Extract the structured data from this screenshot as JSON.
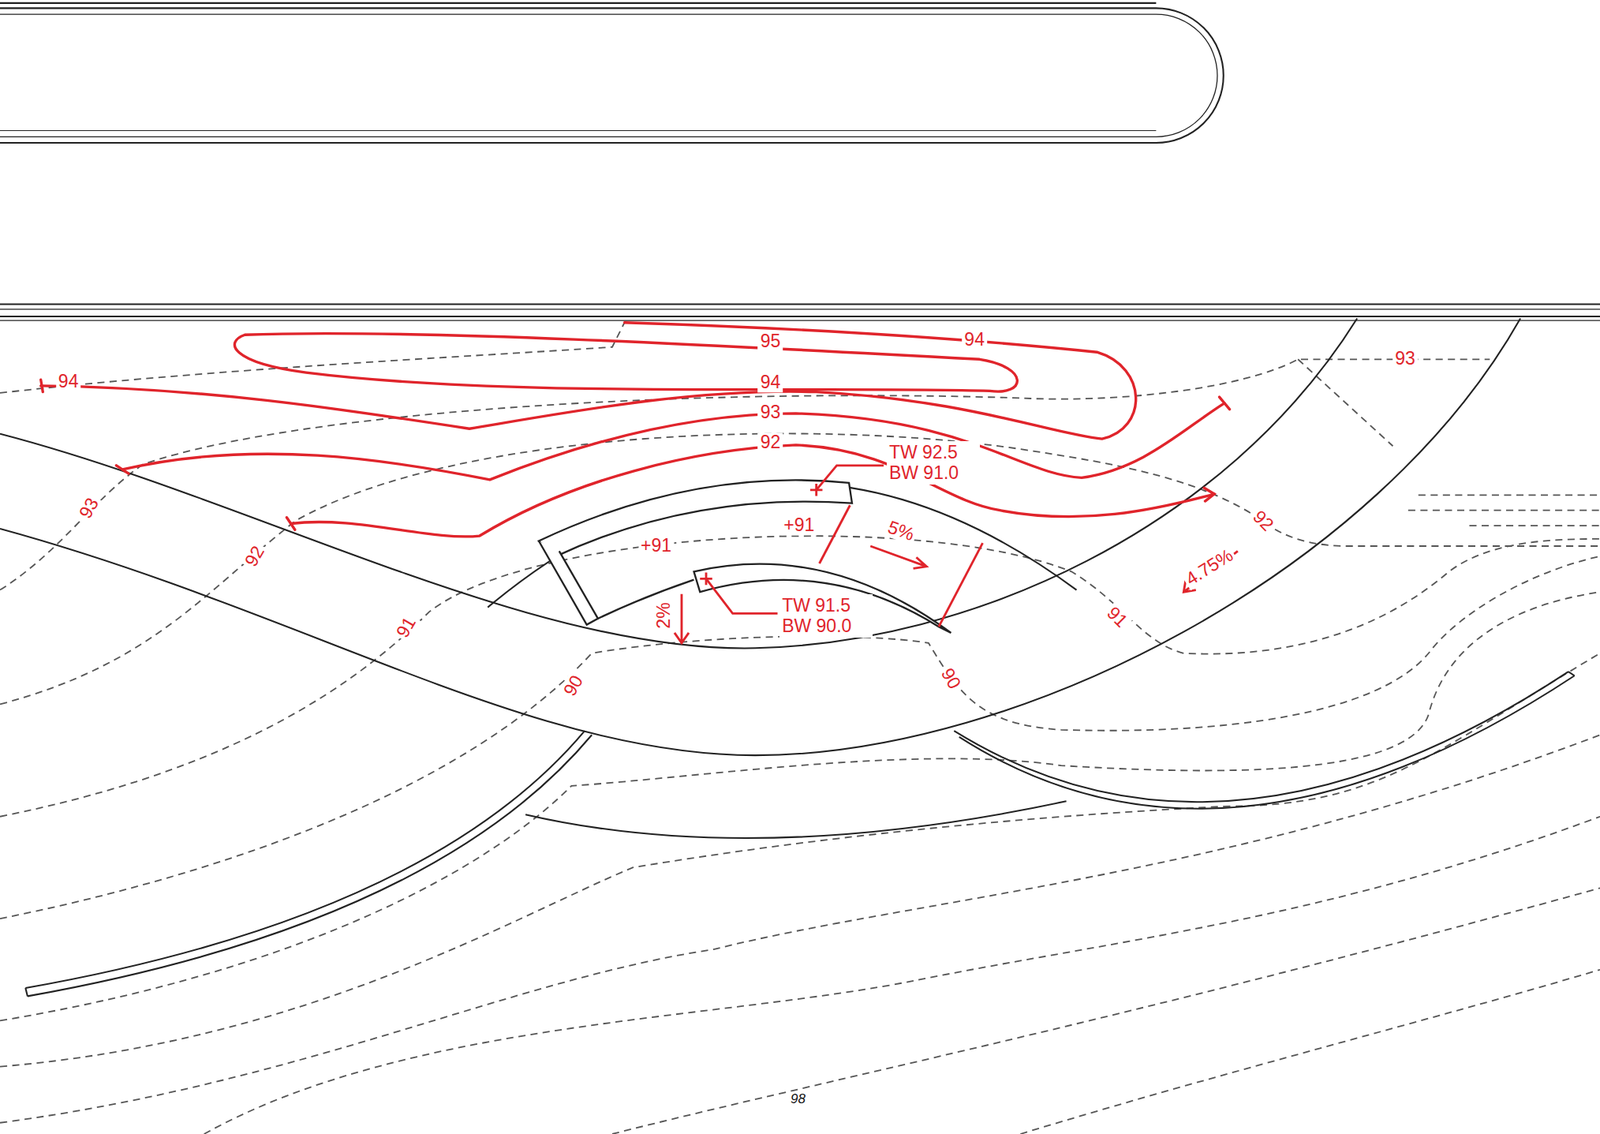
{
  "diagram": {
    "labels": [
      "95",
      "94",
      "93",
      "94",
      "94",
      "93",
      "92",
      "TW 92.5 BW 91.0",
      "93",
      "+91",
      "92",
      "5%",
      "+91",
      "4.75%",
      "92",
      "TW 91.5 BW 90.0",
      "2%",
      "91",
      "91",
      "90",
      "90",
      "98"
    ]
  }
}
